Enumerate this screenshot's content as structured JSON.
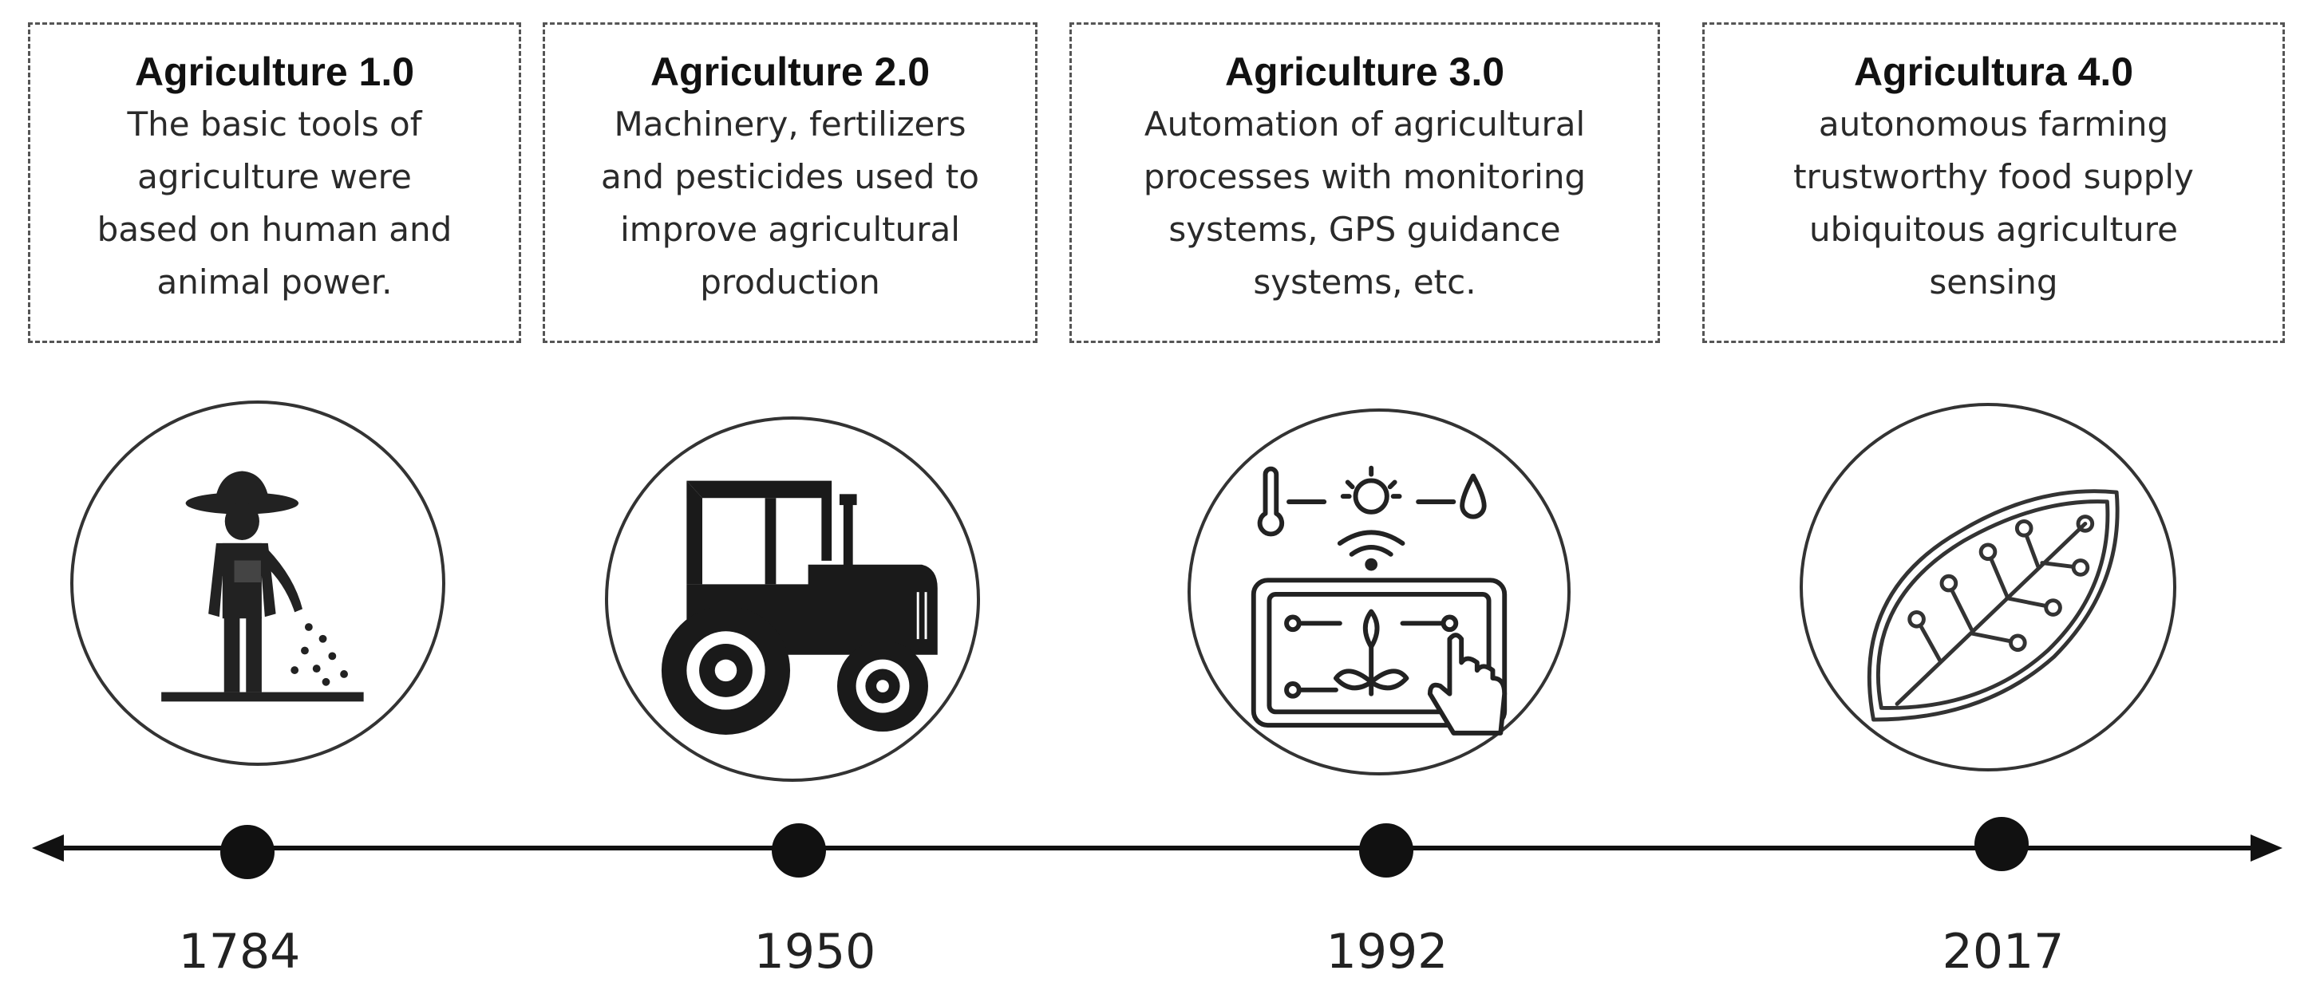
{
  "eras": [
    {
      "title": "Agriculture 1.0",
      "description_lines": [
        "The basic tools of",
        "agriculture were",
        "based on human and",
        "animal power."
      ],
      "year": "1784",
      "icon": "farmer-sowing-icon"
    },
    {
      "title": "Agriculture 2.0",
      "description_lines": [
        "Machinery, fertilizers",
        "and pesticides used to",
        "improve agricultural",
        "production"
      ],
      "year": "1950",
      "icon": "tractor-icon"
    },
    {
      "title": "Agriculture 3.0",
      "description_lines": [
        "Automation of agricultural",
        "processes with monitoring",
        "systems, GPS guidance",
        "systems, etc."
      ],
      "year": "1992",
      "icon": "smart-farming-tablet-icon"
    },
    {
      "title": "Agricultura 4.0",
      "description_lines": [
        "autonomous farming",
        "trustworthy food supply",
        "ubiquitous agriculture",
        "sensing"
      ],
      "year": "2017",
      "icon": "digital-leaf-icon"
    }
  ],
  "colors": {
    "line": "#111111",
    "box_border": "#555555",
    "text": "#222222"
  }
}
